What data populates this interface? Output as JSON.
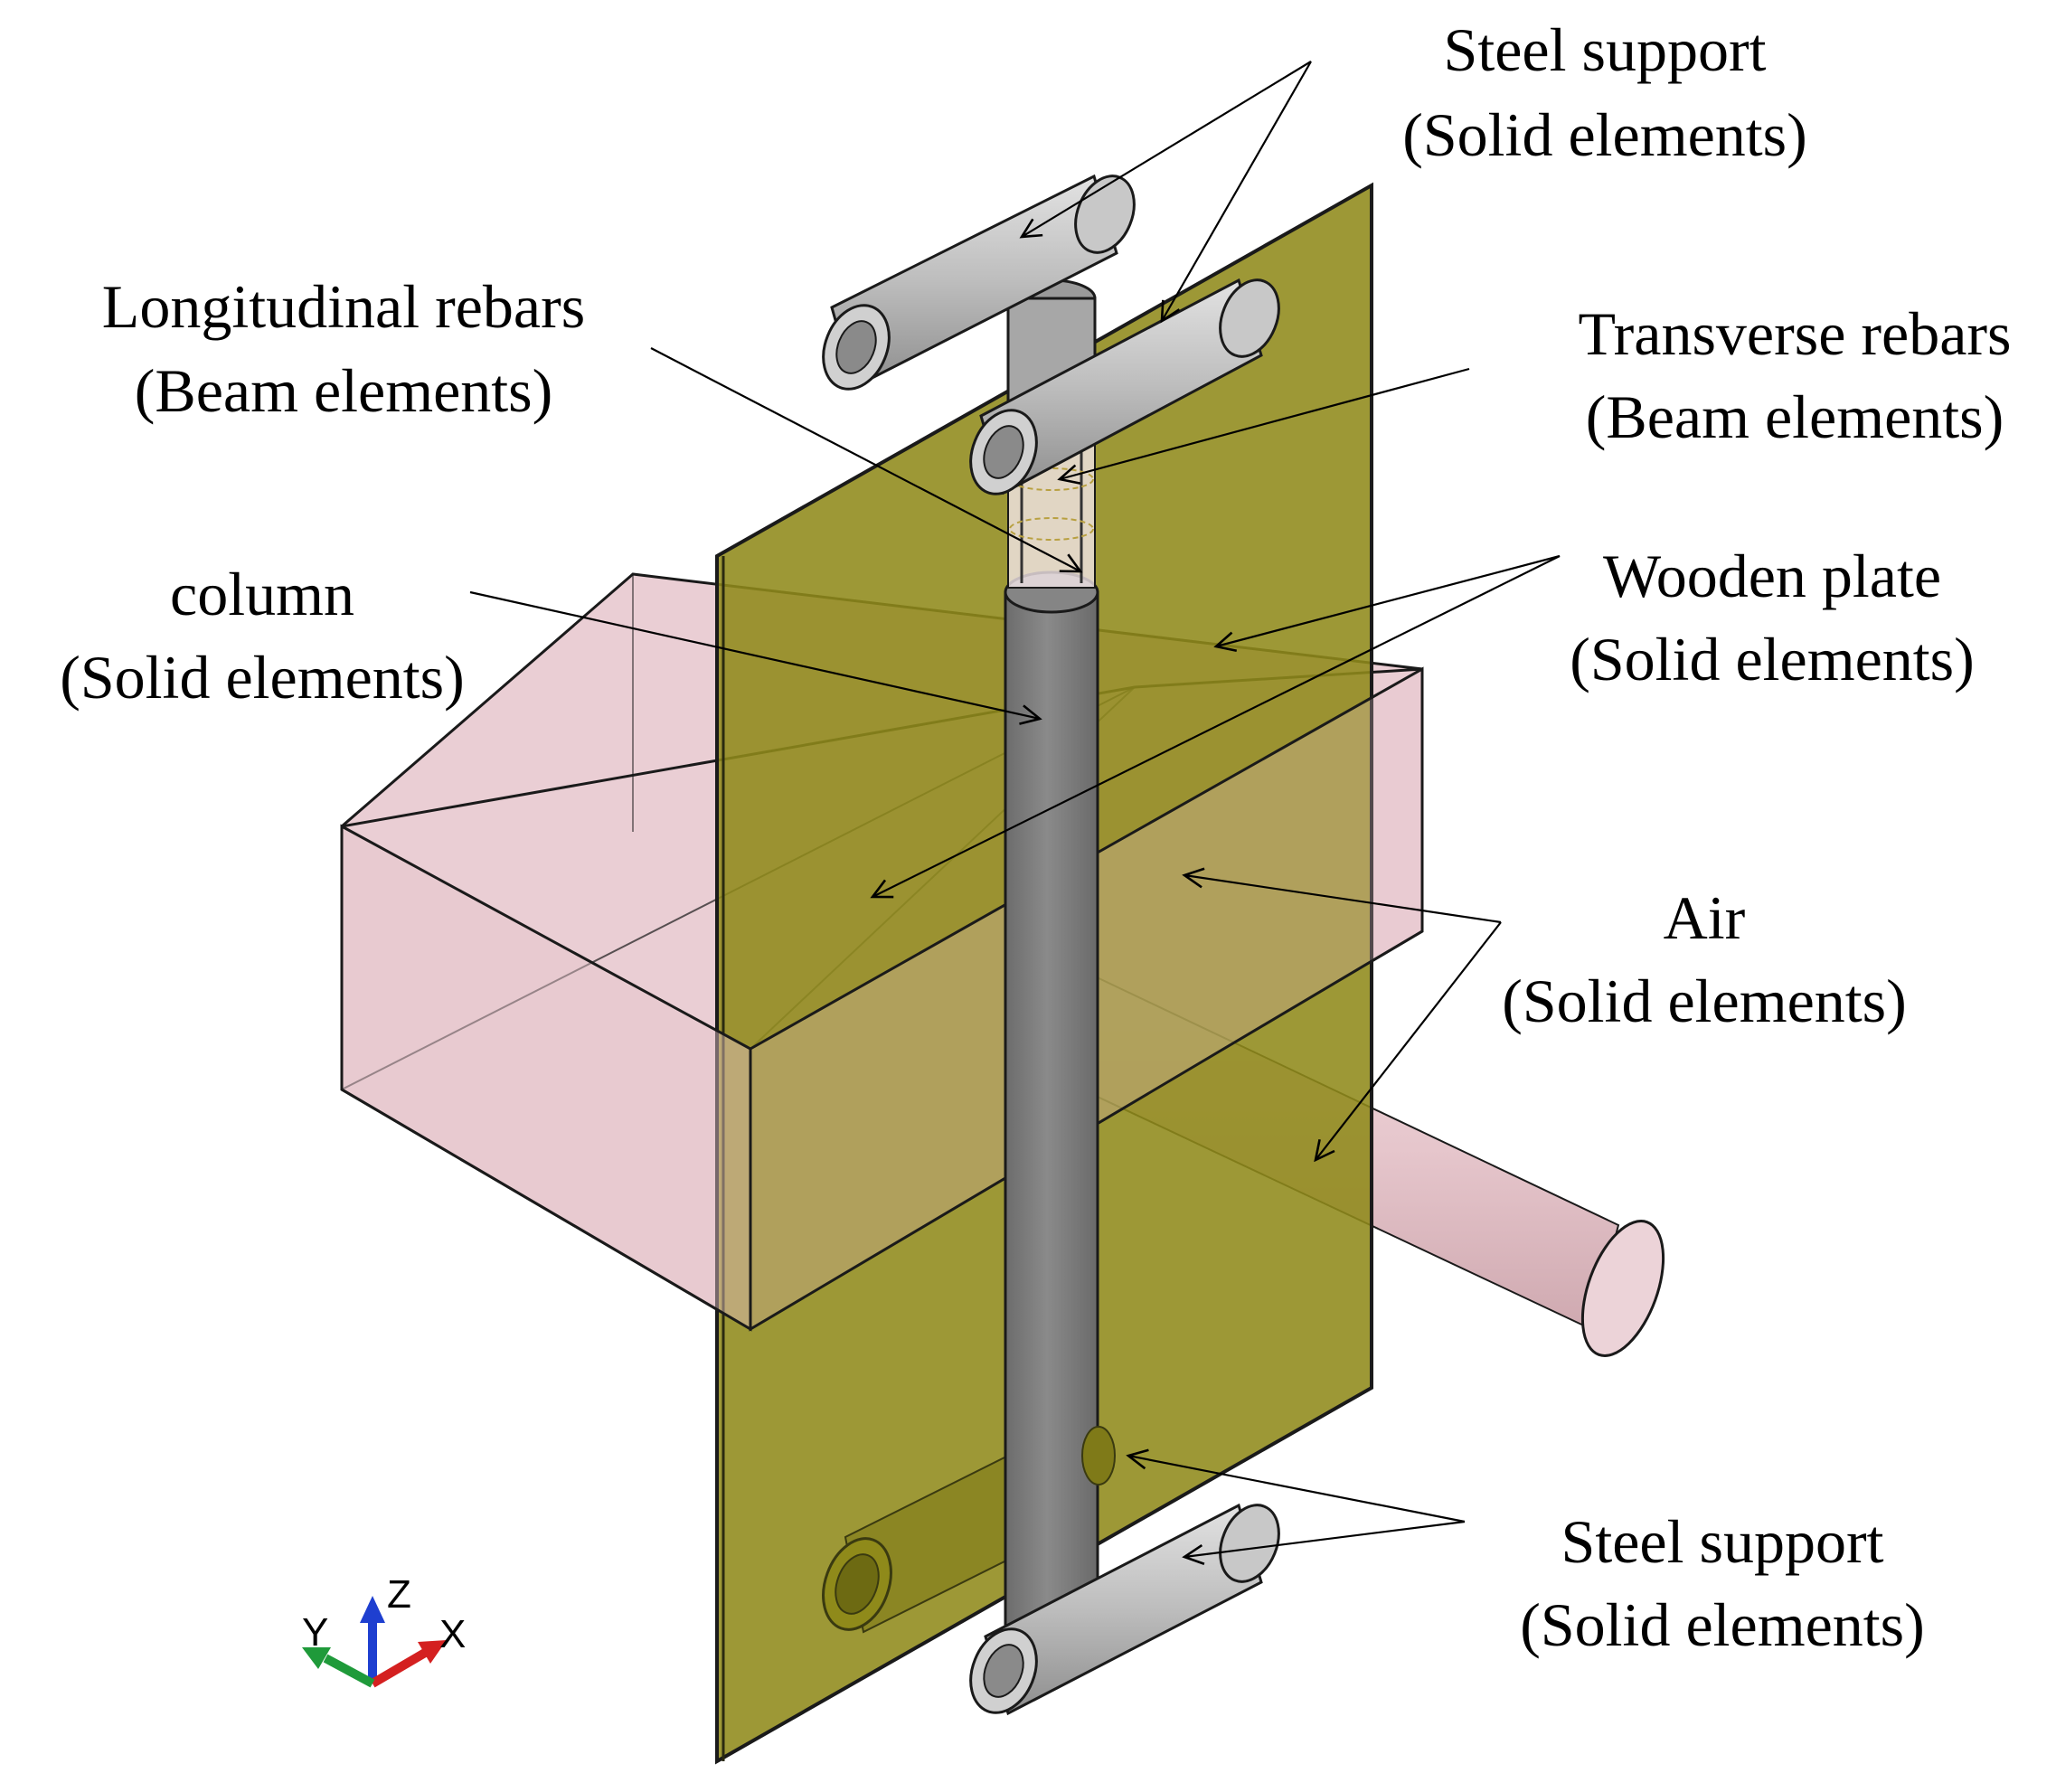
{
  "labels": {
    "steel_support_top": [
      "Steel support",
      "(Solid elements)"
    ],
    "longitudinal_rebars": [
      "Longitudinal rebars",
      "(Beam elements)"
    ],
    "transverse_rebars": [
      "Transverse rebars",
      "(Beam elements)"
    ],
    "column": [
      "column",
      "(Solid elements)"
    ],
    "wooden_plate": [
      "Wooden plate",
      "(Solid elements)"
    ],
    "air": [
      "Air",
      "(Solid elements)"
    ],
    "steel_support_bottom": [
      "Steel support",
      "(Solid elements)"
    ]
  },
  "axes": {
    "x": "X",
    "y": "Y",
    "z": "Z"
  },
  "colors": {
    "wooden_plate": "#8f8a1a",
    "air": "#e6c6cc",
    "steel": "#bdbdbd",
    "column": "#808080",
    "outline": "#1a1a1a",
    "axis_x": "#d42020",
    "axis_y": "#1f9a3a",
    "axis_z": "#1e3fd0"
  }
}
